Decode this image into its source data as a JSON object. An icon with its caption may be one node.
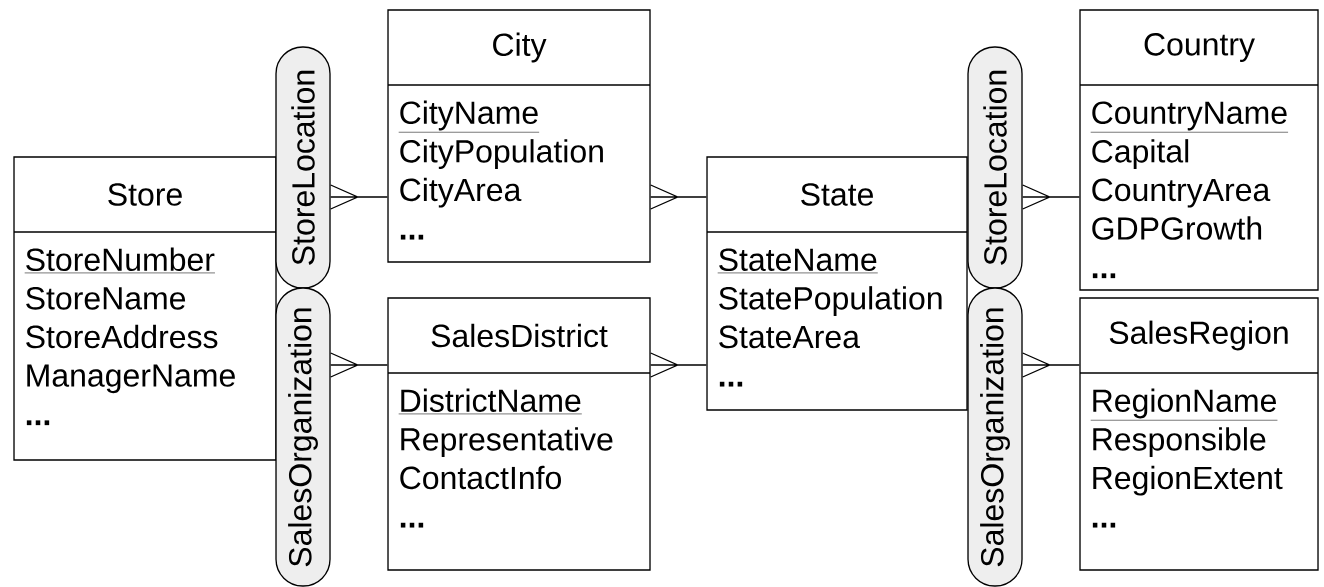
{
  "diagram": {
    "nodes": [
      {
        "text": [
          "Store",
          "StoreNumber",
          "StoreName",
          "StoreAddress",
          "ManagerName",
          "..."
        ]
      },
      {
        "text": [
          "StoreLocation"
        ]
      },
      {
        "text": [
          "SalesOrganization"
        ]
      },
      {
        "text": [
          "City",
          "CityName",
          "CityPopulation",
          "CityArea",
          "..."
        ]
      },
      {
        "text": [
          "SalesDistrict",
          "DistrictName",
          "Representative",
          "ContactInfo",
          "..."
        ]
      },
      {
        "text": [
          "State",
          "StateName",
          "StatePopulation",
          "StateArea",
          "..."
        ]
      },
      {
        "text": [
          "StoreLocation"
        ]
      },
      {
        "text": [
          "SalesOrganization"
        ]
      },
      {
        "text": [
          "Country",
          "CountryName",
          "Capital",
          "CountryArea",
          "GDPGrowth",
          "..."
        ]
      },
      {
        "text": [
          "SalesRegion",
          "RegionName",
          "Responsible",
          "RegionExtent",
          "..."
        ]
      }
    ],
    "edges": [
      {
        "from": 1,
        "to": 3,
        "arrow": "other"
      },
      {
        "from": 2,
        "to": 4,
        "arrow": "other"
      },
      {
        "from": 3,
        "to": 5,
        "arrow": "other"
      },
      {
        "from": 4,
        "to": 5,
        "arrow": "other"
      },
      {
        "from": 6,
        "to": 8,
        "arrow": "other"
      },
      {
        "from": 7,
        "to": 9,
        "arrow": "other"
      }
    ]
  }
}
